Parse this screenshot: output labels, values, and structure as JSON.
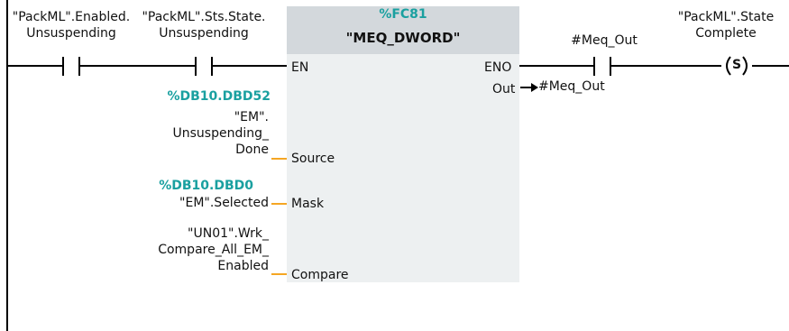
{
  "rung": {
    "contact1": {
      "tag_line1": "\"PackML\".Enabled.",
      "tag_line2": "Unsuspending"
    },
    "contact2": {
      "tag_line1": "\"PackML\".Sts.State.",
      "tag_line2": "Unsuspending"
    },
    "block": {
      "address": "%FC81",
      "name": "\"MEQ_DWORD\"",
      "pins": {
        "en": "EN",
        "eno": "ENO",
        "out": "Out",
        "source": "Source",
        "mask": "Mask",
        "compare": "Compare"
      },
      "out_tag": "#Meq_Out",
      "source": {
        "address": "%DB10.DBD52",
        "line1": "\"EM\".",
        "line2": "Unsuspending_",
        "line3": "Done"
      },
      "mask": {
        "address": "%DB10.DBD0",
        "line1": "\"EM\".Selected"
      },
      "compare": {
        "line1": "\"UN01\".Wrk_",
        "line2": "Compare_All_EM_",
        "line3": "Enabled"
      }
    },
    "contact3": {
      "tag": "#Meq_Out"
    },
    "coil": {
      "tag_line1": "\"PackML\".State",
      "tag_line2": "Complete",
      "symbol": "S"
    }
  }
}
